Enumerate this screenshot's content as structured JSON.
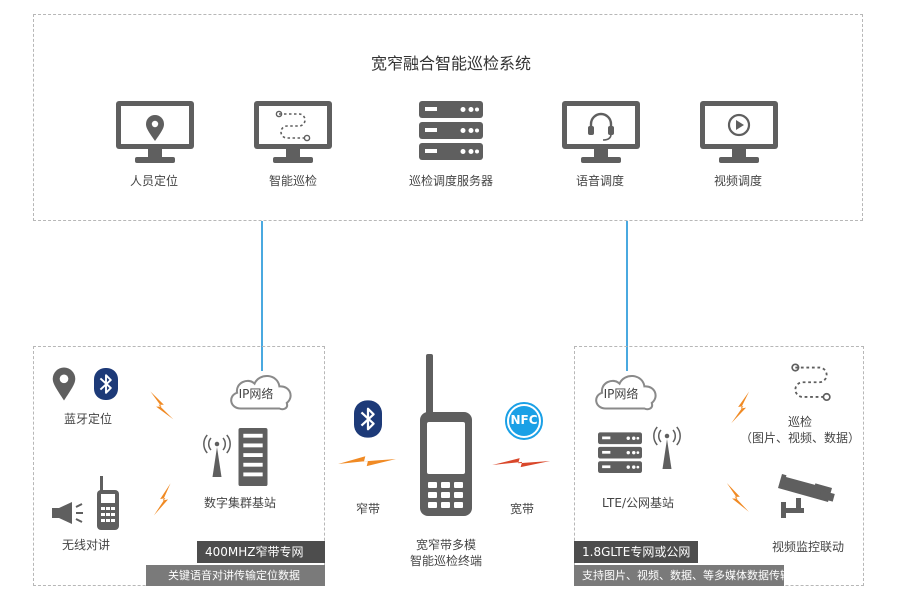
{
  "system": {
    "title": "宽窄融合智能巡检系统",
    "items": [
      {
        "label": "人员定位",
        "icon": "location-monitor-icon"
      },
      {
        "label": "智能巡检",
        "icon": "patrol-route-monitor-icon"
      },
      {
        "label": "巡检调度服务器",
        "icon": "server-icon"
      },
      {
        "label": "语音调度",
        "icon": "headset-monitor-icon"
      },
      {
        "label": "视频调度",
        "icon": "video-play-monitor-icon"
      }
    ]
  },
  "left": {
    "cloud_label": "IP网络",
    "bt_location": "蓝牙定位",
    "walkie": "无线对讲",
    "station": "数字集群基站",
    "tag_title": "400MHZ窄带专网",
    "tag_sub": "关键语音对讲传输定位数据"
  },
  "center": {
    "narrow": "窄带",
    "wide": "宽带",
    "nfc": "NFC",
    "device_line1": "宽窄带多模",
    "device_line2": "智能巡检终端"
  },
  "right": {
    "cloud_label": "IP网络",
    "station": "LTE/公网基站",
    "patrol": "巡检",
    "patrol_sub": "（图片、视频、数据）",
    "video": "视频监控联动",
    "tag_title": "1.8GLTE专网或公网",
    "tag_sub": "支持图片、视频、数据、等多媒体数据传输"
  },
  "colors": {
    "icon_gray": "#5f5f5f",
    "line_blue": "#4aa9e0",
    "bluetooth_navy": "#1d3a78",
    "nfc_blue": "#1aa0e6",
    "bolt_orange": "#f08a24",
    "tag_dark": "#4d4d4d",
    "tag_gray": "#7a7a7a"
  }
}
